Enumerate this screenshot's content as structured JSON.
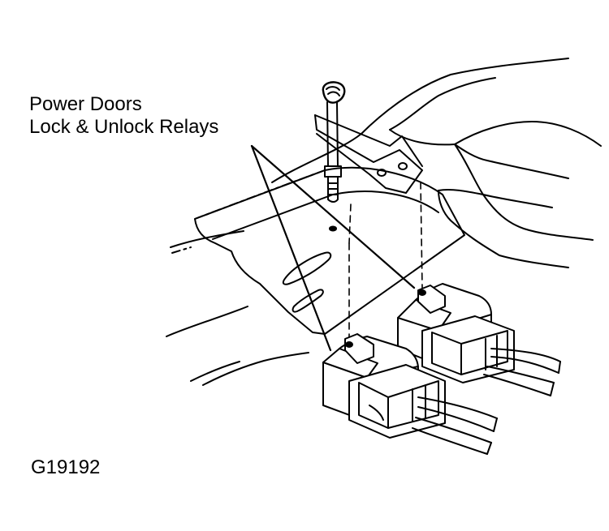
{
  "diagram": {
    "callout_line_1": "Power Doors",
    "callout_line_2": "Lock & Unlock Relays",
    "figure_id": "G19192"
  }
}
